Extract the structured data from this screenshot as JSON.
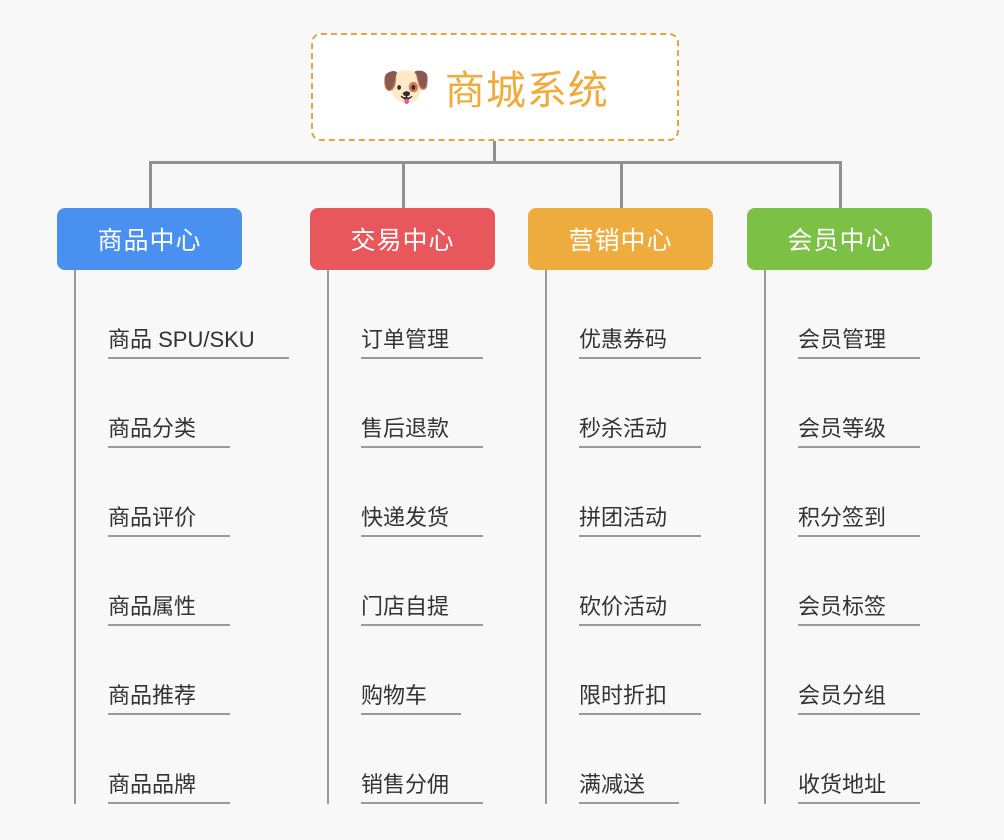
{
  "page": {
    "background_color": "#f8f8f8",
    "line_color": "#919191",
    "item_line_color": "#9a9a9a",
    "item_text_color": "#333333"
  },
  "root": {
    "icon": "dog-face-emoji",
    "icon_glyph": "🐶",
    "title": "商城系统",
    "title_color": "#f0ab3c",
    "border_color": "#e8a33d",
    "background_color": "#ffffff"
  },
  "columns": [
    {
      "title": "商品中心",
      "color": "#4a90f0",
      "items": [
        "商品 SPU/SKU",
        "商品分类",
        "商品评价",
        "商品属性",
        "商品推荐",
        "商品品牌"
      ]
    },
    {
      "title": "交易中心",
      "color": "#e8575c",
      "items": [
        "订单管理",
        "售后退款",
        "快递发货",
        "门店自提",
        "购物车",
        "销售分佣"
      ]
    },
    {
      "title": "营销中心",
      "color": "#eeac3e",
      "items": [
        "优惠券码",
        "秒杀活动",
        "拼团活动",
        "砍价活动",
        "限时折扣",
        "满减送"
      ]
    },
    {
      "title": "会员中心",
      "color": "#77c council"
    }
  ]
}
